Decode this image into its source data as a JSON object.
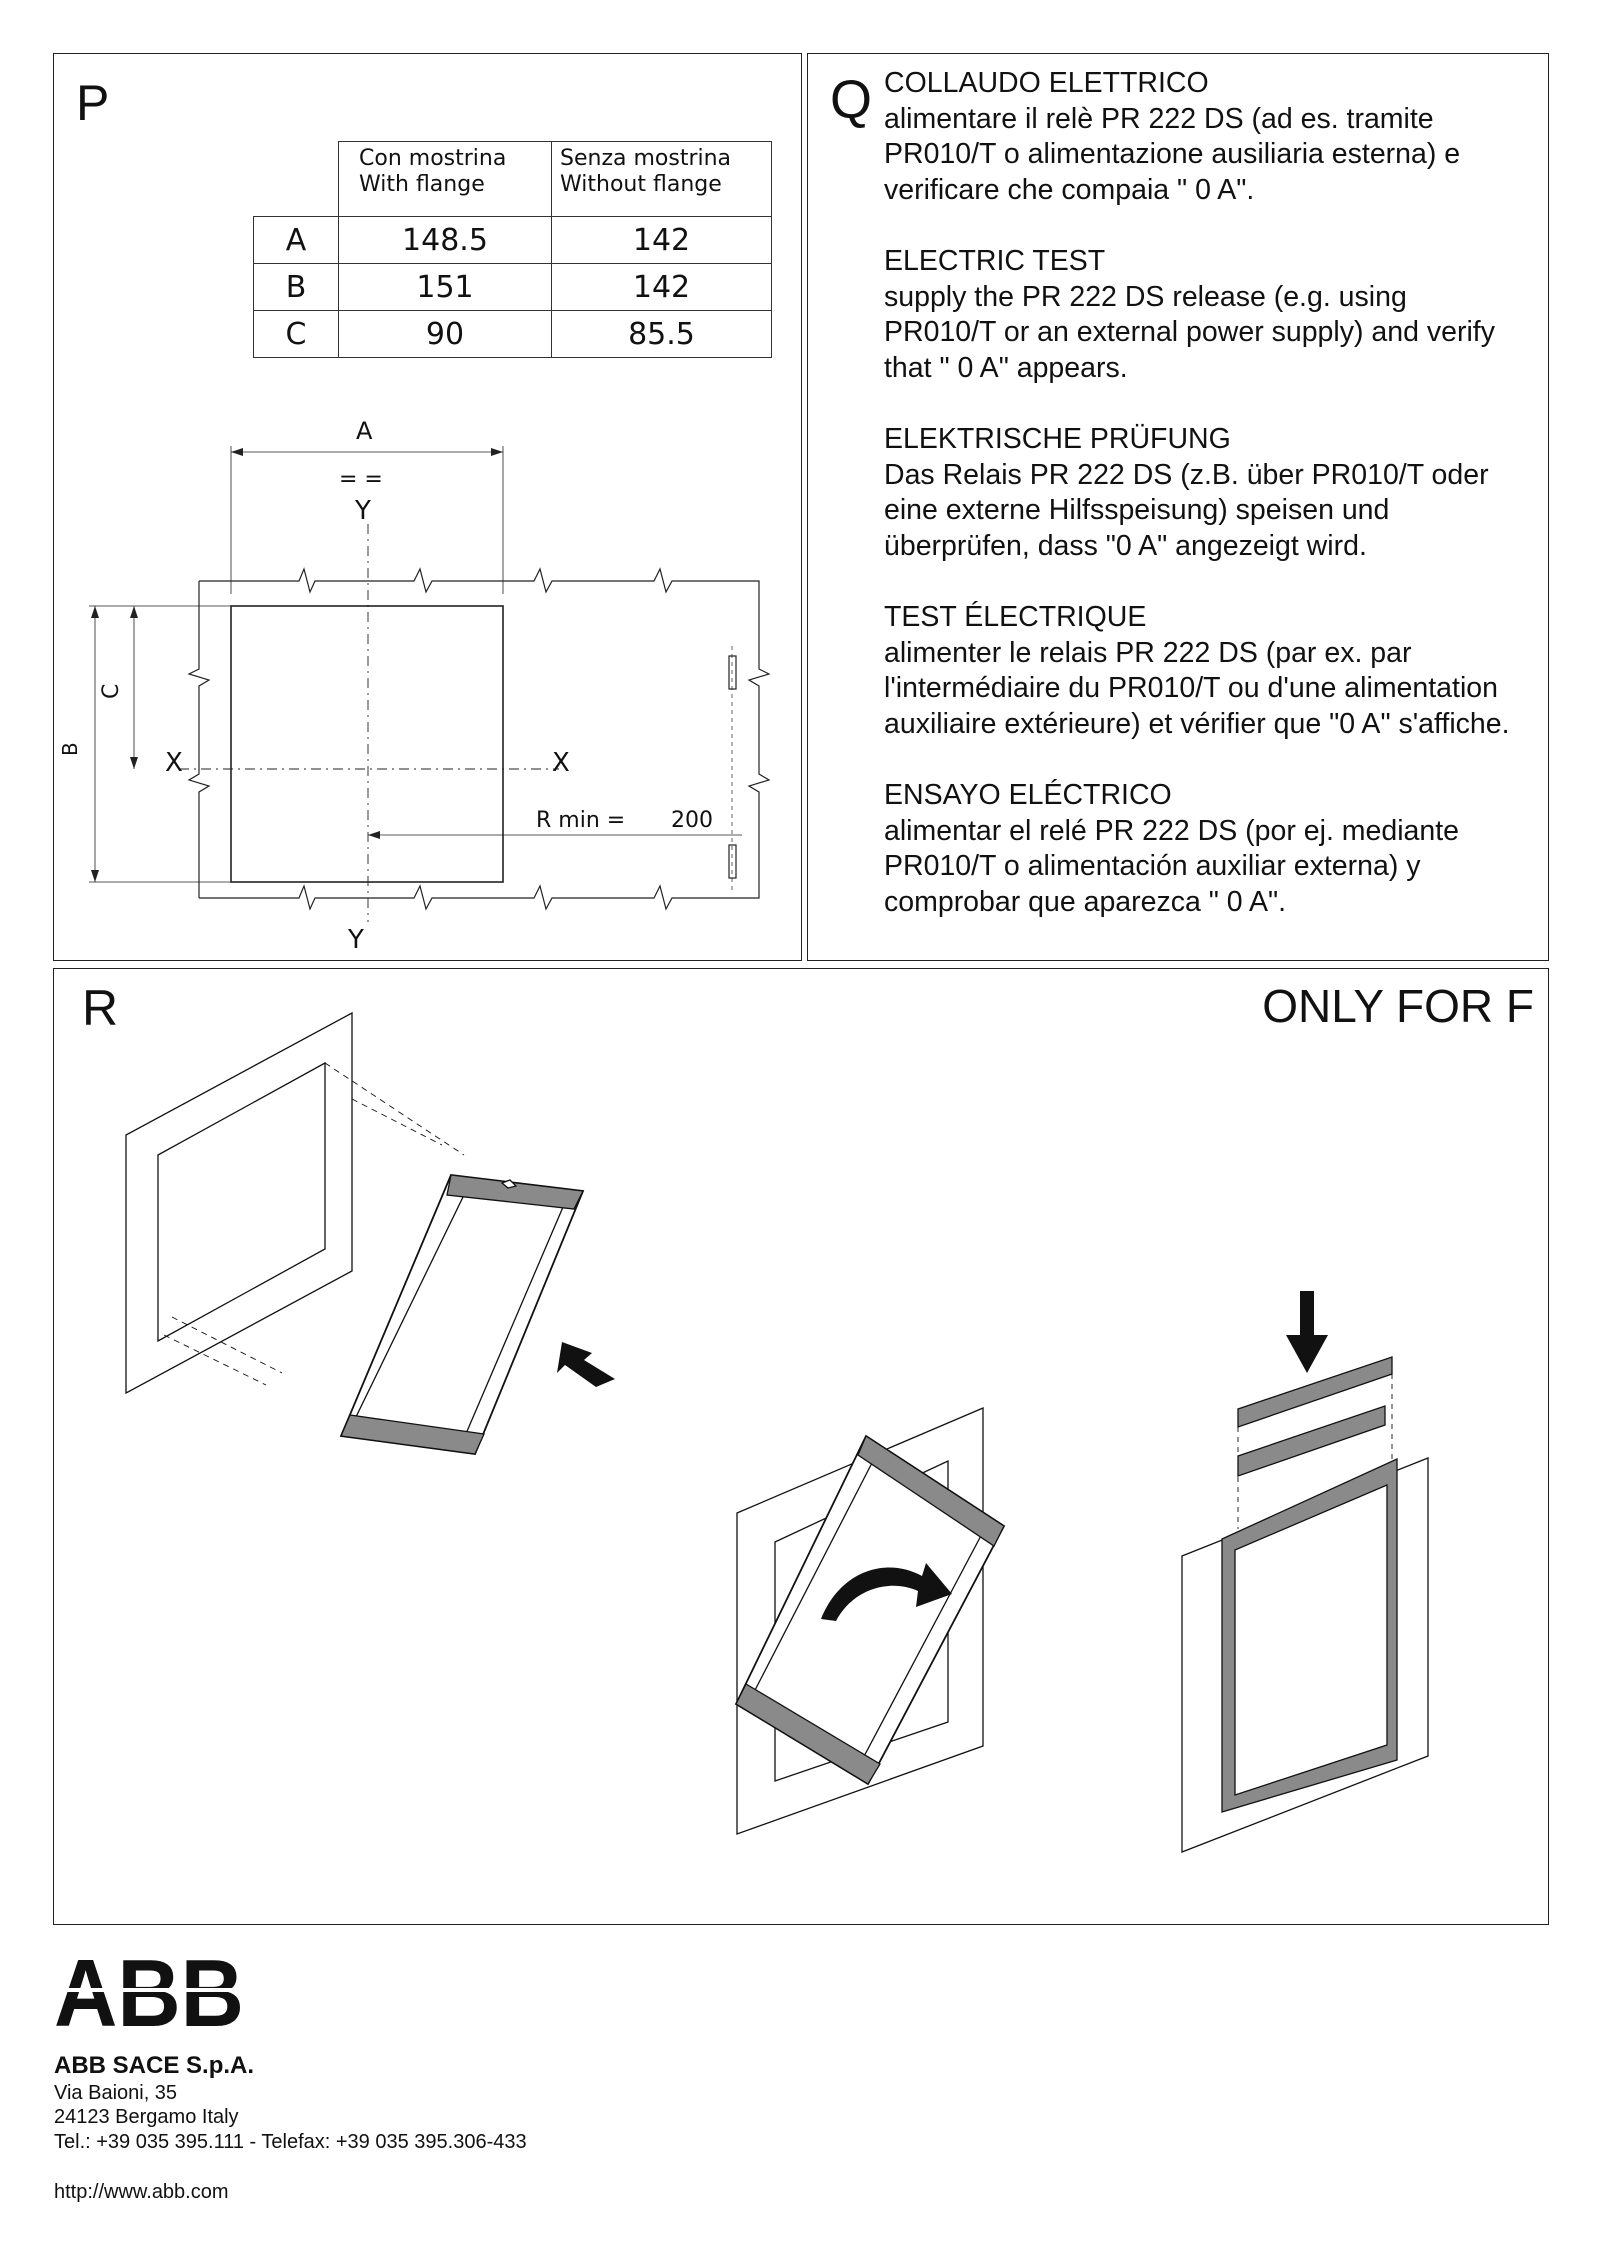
{
  "panel_p": {
    "letter": "P",
    "table": {
      "headers": [
        {
          "line1": "Con mostrina",
          "line2": "With flange"
        },
        {
          "line1": "Senza mostrina",
          "line2": "Without flange"
        }
      ],
      "rows": [
        {
          "label": "A",
          "with": "148.5",
          "without": "142"
        },
        {
          "label": "B",
          "with": "151",
          "without": "142"
        },
        {
          "label": "C",
          "with": "90",
          "without": "85.5"
        }
      ]
    },
    "drawing": {
      "label_a": "A",
      "label_equal": "= =",
      "label_y_top": "Y",
      "label_y_bottom": "Y",
      "label_x_left": "X",
      "label_x_right": "X",
      "label_b": "B",
      "label_c": "C",
      "r_min_label": "R min =",
      "r_min_value": "200"
    }
  },
  "panel_q": {
    "letter": "Q",
    "blocks": [
      {
        "lines": [
          "COLLAUDO ELETTRICO",
          "alimentare il relè PR 222 DS (ad es. tramite",
          "PR010/T o alimentazione ausiliaria esterna) e",
          "verificare che compaia \" 0 A\"."
        ]
      },
      {
        "lines": [
          "ELECTRIC TEST",
          "supply the PR 222 DS release (e.g. using",
          "PR010/T or an external power supply) and verify",
          "that \" 0 A\" appears."
        ]
      },
      {
        "lines": [
          "ELEKTRISCHE PRÜFUNG",
          "Das Relais PR 222 DS (z.B. über PR010/T oder",
          "eine externe Hilfsspeisung) speisen und",
          "überprüfen, dass \"0 A\" angezeigt wird."
        ]
      },
      {
        "lines": [
          "TEST ÉLECTRIQUE",
          "alimenter le relais PR 222 DS (par ex. par",
          "l'intermédiaire du PR010/T ou d'une alimentation",
          "auxiliaire extérieure) et vérifier que \"0 A\" s'affiche."
        ]
      },
      {
        "lines": [
          "ENSAYO ELÉCTRICO",
          "alimentar el relé PR 222 DS (por ej. mediante",
          "PR010/T o alimentación auxiliar externa) y",
          "comprobar que aparezca \" 0 A\"."
        ]
      }
    ]
  },
  "panel_r": {
    "letter": "R",
    "only_for": "ONLY FOR F"
  },
  "footer": {
    "logo_text": "ABB",
    "company": "ABB SACE S.p.A.",
    "address_line1": "Via Baioni, 35",
    "address_line2": "24123 Bergamo Italy",
    "phone": "Tel.: +39 035 395.111 - Telefax: +39 035 395.306-433",
    "website": "http://www.abb.com"
  },
  "colors": {
    "abb_red": "#e2001a",
    "frame_gray": "#8a8a8a",
    "line_dark": "#111111"
  }
}
